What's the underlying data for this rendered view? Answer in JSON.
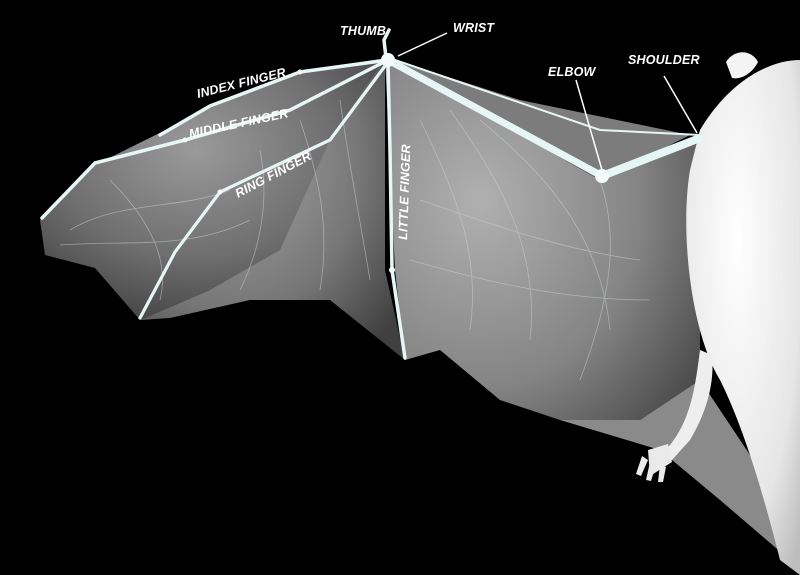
{
  "labels": {
    "thumb": "THUMB",
    "wrist": "WRIST",
    "index_finger": "INDEX FINGER",
    "middle_finger": "MIDDLE FINGER",
    "ring_finger": "RING FINGER",
    "little_finger": "LITTLE FINGER",
    "elbow": "ELBOW",
    "shoulder": "SHOULDER"
  },
  "colors": {
    "background": "#000000",
    "bone": "#e6f6f4",
    "membrane_light": "#8c8c8c",
    "membrane_dark": "#3b3b3b",
    "fur": "#ececec",
    "leader_line": "#ffffff"
  }
}
